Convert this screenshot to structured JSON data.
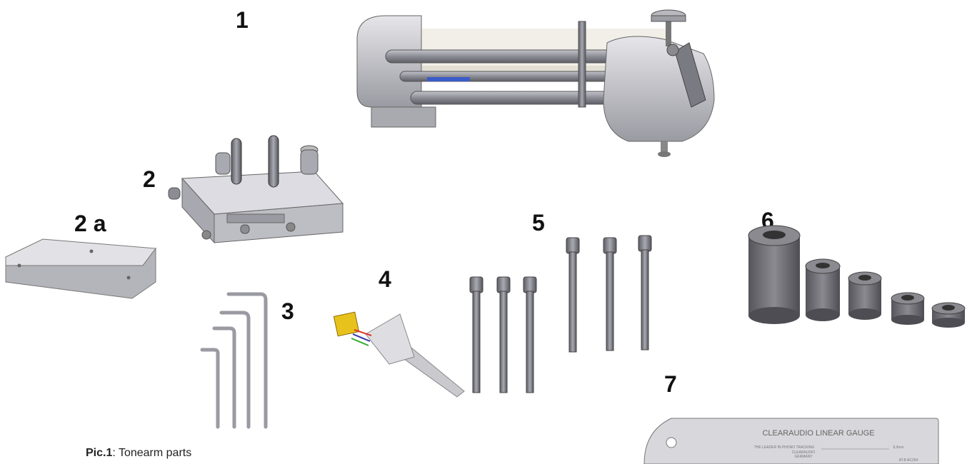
{
  "labels": {
    "part_1": "1",
    "part_2": "2",
    "part_2a": "2 a",
    "part_3": "3",
    "part_4": "4",
    "part_5": "5",
    "part_6": "6",
    "part_7": "7"
  },
  "caption": {
    "prefix": "Pic.1",
    "text": ": Tonearm parts"
  },
  "gauge": {
    "title": "CLEARAUDIO LINEAR GAUGE",
    "line1": "THE LEADER IN PHONO TRACKING",
    "value": "9,3mm",
    "line2": "CLEARAUDIO",
    "line3": "GERMANY",
    "code": "AT.B AC254"
  },
  "colors": {
    "metal_light": "#d9d9de",
    "metal_mid": "#a8a8b0",
    "metal_dark": "#5f5f66",
    "rod": "#8f8f98",
    "spacer": "#6f6f75",
    "cartridge": "#e8c21c"
  }
}
